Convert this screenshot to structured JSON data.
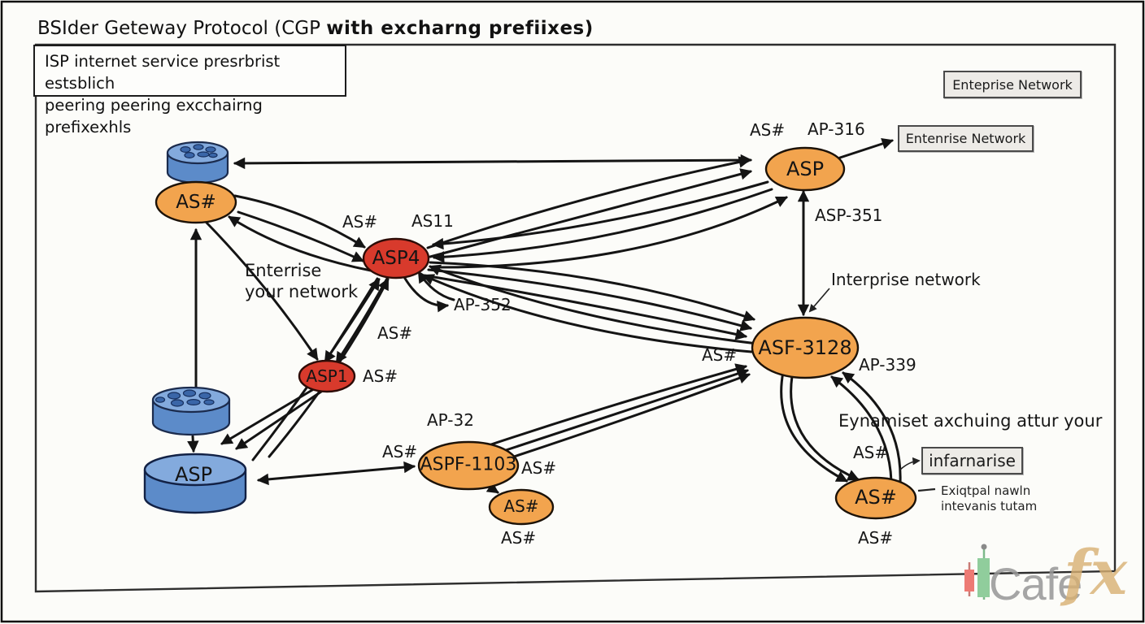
{
  "title": {
    "part1": "BSIder Geteway Protocol (CGP ",
    "part2": "with excharng prefiixes)"
  },
  "note_box": {
    "line1": "ISP internet service presrbrist estsblich",
    "line2": "peering peering excchairng prefixexhls"
  },
  "boxes": {
    "enterprise_top": "Enteprise Network",
    "enterprise_mid": "Entenrise Network",
    "infarnarise": "infarnarise"
  },
  "nodes": {
    "as_left": "AS#",
    "asp4": "ASP4",
    "asp1": "ASP1",
    "asp_cylinder": "ASP",
    "aspf_1103": "ASPF-1103",
    "as_small": "AS#",
    "asp_top": "ASP",
    "asf_3128": "ASF-3128",
    "as_bottom_right": "AS#"
  },
  "labels": {
    "as_top": "AS#",
    "ap316": "AP-316",
    "asp351": "ASP-351",
    "interprise": "Interprise network",
    "as_above_asp4": "AS#",
    "as11": "AS11",
    "ap352": "AP-352",
    "enterrise_line1": "Enterrise",
    "enterrise_line2": "your network",
    "as_above_asp1": "AS#",
    "as_right_asp1": "AS#",
    "as_mid_left": "AS#",
    "ap32": "AP-32",
    "as_right_aspf": "AS#",
    "as_below_small": "AS#",
    "as_left_asf": "AS#",
    "ap339": "AP-339",
    "eynamiset": "Eynamiset axchuing attur your",
    "as_above_br": "AS#",
    "ext_line1": "Exiqtpal nawln",
    "ext_line2": "intevanis tutam",
    "as_below_br": "AS#"
  },
  "watermark": {
    "cafe": "Cafe",
    "fx": "fx"
  },
  "colors": {
    "orange_node": "#F2A44E",
    "red_node": "#D83A2C",
    "blue_node": "#5C8BC9",
    "blue_top": "#83AADD",
    "box_grey": "#EDEBE7",
    "arrow_black": "#141414",
    "watermark_grey": "#979797",
    "watermark_gold": "#D9B173",
    "candle_red": "#ED7A74",
    "candle_green": "#90CD9C"
  }
}
